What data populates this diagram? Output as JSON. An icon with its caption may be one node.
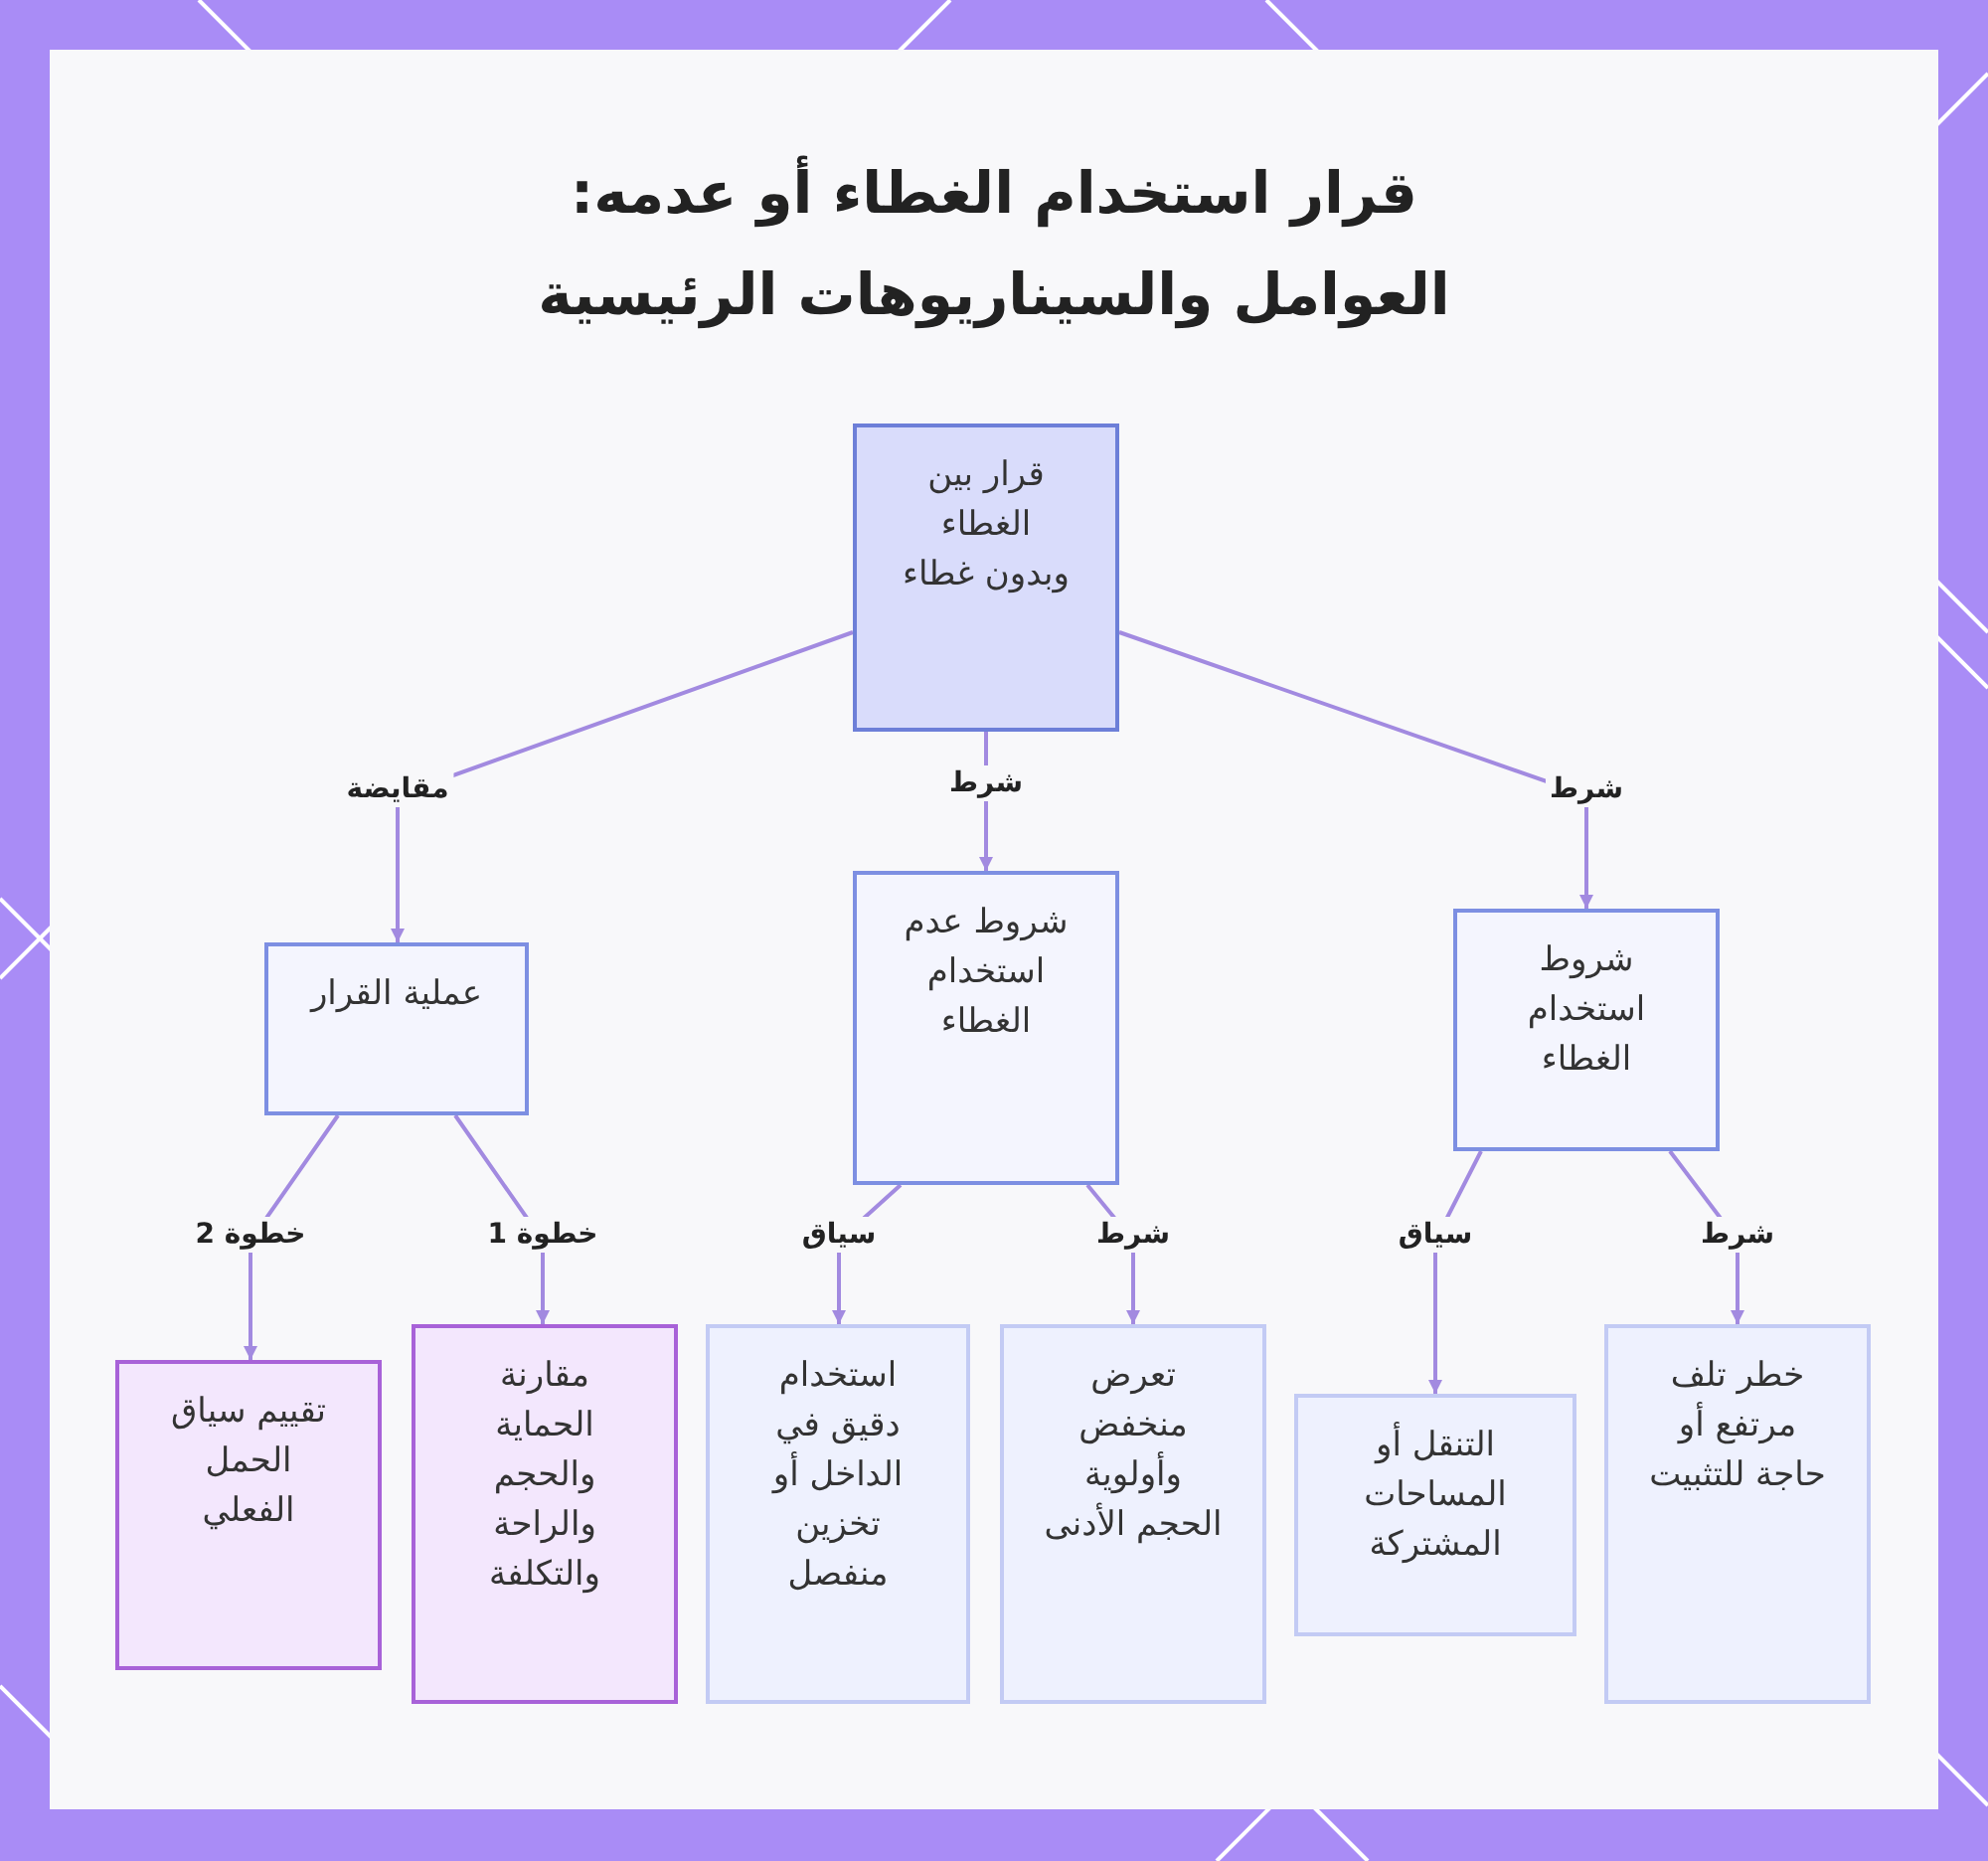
{
  "diagram": {
    "title": "قرار استخدام الغطاء أو عدمه: العوامل والسيناريوهات الرئيسية",
    "nodes": [
      {
        "text": [
          "قرار بين الغطاء وبدون غطاء"
        ]
      },
      {
        "text": [
          "شروط استخدام الغطاء"
        ]
      },
      {
        "text": [
          "شروط عدم استخدام الغطاء"
        ]
      },
      {
        "text": [
          "عملية القرار"
        ]
      },
      {
        "text": [
          "خطر تلف مرتفع أو حاجة للتثبيت"
        ]
      },
      {
        "text": [
          "التنقل أو المساحات المشتركة"
        ]
      },
      {
        "text": [
          "تعرض منخفض وأولوية الحجم الأدنى"
        ]
      },
      {
        "text": [
          "استخدام دقيق في الداخل أو تخزين منفصل"
        ]
      },
      {
        "text": [
          "مقارنة الحماية والحجم والراحة والتكلفة"
        ]
      },
      {
        "text": [
          "تقييم سياق الحمل الفعلي"
        ]
      }
    ],
    "edges": [
      {
        "from": 0,
        "to": 1,
        "arrow": "to",
        "label": "شرط"
      },
      {
        "from": 0,
        "to": 2,
        "arrow": "to",
        "label": "شرط"
      },
      {
        "from": 0,
        "to": 3,
        "arrow": "to",
        "label": "مقايضة"
      },
      {
        "from": 1,
        "to": 4,
        "arrow": "to",
        "label": "شرط"
      },
      {
        "from": 1,
        "to": 5,
        "arrow": "to",
        "label": "سياق"
      },
      {
        "from": 2,
        "to": 6,
        "arrow": "to",
        "label": "شرط"
      },
      {
        "from": 2,
        "to": 7,
        "arrow": "to",
        "label": "سياق"
      },
      {
        "from": 3,
        "to": 8,
        "arrow": "to",
        "label": "خطوة 1"
      },
      {
        "from": 3,
        "to": 9,
        "arrow": "to",
        "label": "خطوة 2"
      }
    ]
  }
}
